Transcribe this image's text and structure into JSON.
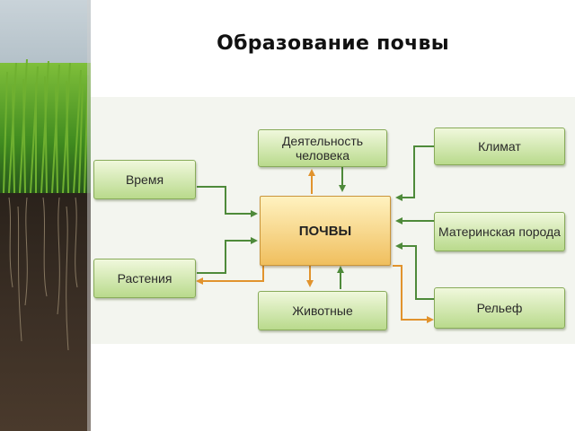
{
  "title": "Образование почвы",
  "diagram": {
    "center": "ПОЧВЫ",
    "boxes": {
      "human_activity": "Деятельность человека",
      "climate": "Климат",
      "time": "Время",
      "parent_rock": "Материнская порода",
      "plants": "Растения",
      "animals": "Животные",
      "relief": "Рельеф"
    }
  },
  "colors": {
    "box_fill": "#cfe8a8",
    "box_border": "#88ab5a",
    "center_fill": "#f6d68c",
    "green_line": "#4e8a3a",
    "orange_line": "#e1932d"
  }
}
